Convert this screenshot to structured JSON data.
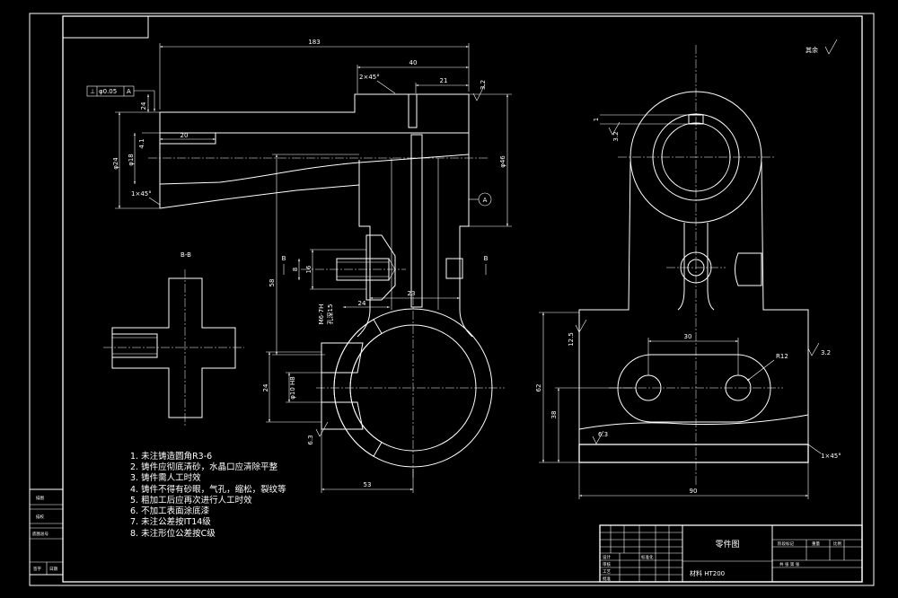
{
  "colors": {
    "background": "#000000",
    "line": "#ffffff"
  },
  "front_view": {
    "dims": {
      "overall_length": "183",
      "step_length": "40",
      "chamfer_top": "2×45°",
      "groove_offset": "21",
      "flange_height": "24",
      "wall_offset": "4.1",
      "bore_depth": "20",
      "outer_diameter": "φ24",
      "bore_diameter": "φ18",
      "chamfer_left": "1×45°",
      "body_diameter": "φ46",
      "web_height": "58",
      "hole_offset": "8",
      "hole_depth": "16",
      "thread_spec": "M6-7H",
      "thread_depth": "孔深15",
      "neck_width": "23",
      "neck_offset": "24",
      "boss_height": "24",
      "boss_hole": "φ10 H8",
      "ring_offset": "53"
    },
    "roughness": {
      "top": "3.2",
      "boss": "6.3"
    },
    "tolerance_frame": {
      "symbol": "⊥",
      "value": "φ0.05",
      "datum": "A"
    },
    "datum_label": "A",
    "section_marks": {
      "left": "B",
      "right": "B"
    }
  },
  "section_view": {
    "label": "B-B"
  },
  "side_view": {
    "other_surfaces": "其余",
    "dims": {
      "keyway_depth": "1",
      "hole_spacing": "30",
      "slot_radius": "R12",
      "total_height": "62",
      "hole_height": "38",
      "base_width": "90",
      "chamfer": "1×45°"
    },
    "roughness": {
      "keyway": "3.2",
      "side": "12.5",
      "right": "3.2",
      "base": "6.3"
    }
  },
  "notes": [
    "1. 未注铸造圆角R3-6",
    "2. 铸件应彻底清砂，水晶口应清除平整",
    "3. 铸件需人工时效",
    "4. 铸件不得有砂眼，气孔，缩松，裂纹等",
    "5. 粗加工后应再次进行人工时效",
    "6. 不加工表面涂底漆",
    "7. 未注公差按IT14级",
    "8. 未注形位公差按C级"
  ],
  "title_block": {
    "drawing_title": "零件图",
    "material": "材料 HT200",
    "roles": [
      "设计",
      "审核",
      "工艺",
      "批准"
    ],
    "standardization": "标准化",
    "stage_headers": [
      "阶段标记",
      "重量",
      "比例"
    ],
    "sheets": "共 张  第 张"
  },
  "side_strip": [
    "描图",
    "描校",
    "底图总号",
    "签字",
    "日期"
  ]
}
